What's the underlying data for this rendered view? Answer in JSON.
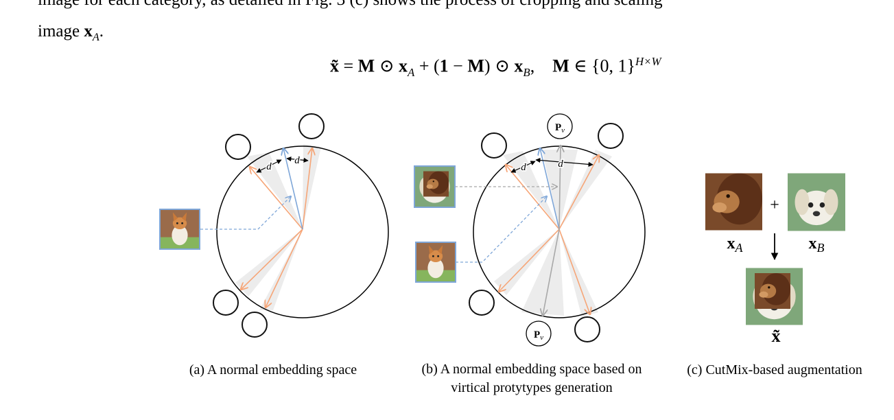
{
  "text": {
    "top_line": "image for each category, as detailed in Fig. 3 (c) shows the process of cropping and scaling",
    "line2_prefix": "image ",
    "line2_var": "x",
    "line2_sub": "A",
    "line2_suffix": "."
  },
  "equation": {
    "x_tilde": "x̃",
    "eq": " = ",
    "M": "M",
    "odot": " ⊙ ",
    "x": "x",
    "A": "A",
    "plus": " + (",
    "one": "1",
    "minus": " − ",
    "close": ")",
    "B": "B",
    "comma": ",",
    "member": " ∈ {0, 1}",
    "HW": "H×W"
  },
  "figure_labels": {
    "d": "d",
    "Pv": "P",
    "v": "v",
    "plus": "+",
    "xA": "x",
    "A": "A",
    "xB": "x",
    "B": "B",
    "x_tilde": "x̃"
  },
  "captions": {
    "a": "(a) A normal embedding space",
    "b_line1": "(b) A normal embedding space based on",
    "b_line2": "virtical protytypes generation",
    "c": "(c) CutMix-based augmentation"
  },
  "icons": {
    "puppy": "white-puppy-icon",
    "lion": "lion-icon",
    "corgi": "corgi-icon",
    "panda": "panda-icon",
    "bird": "bird-icon",
    "mixed": "lion-puppy-cutmix-icon"
  },
  "colors": {
    "orange_vector": "#f6a577",
    "blue_vector": "#7ea6d8",
    "gray_vector": "#a8a8a8",
    "cone": "#ececec"
  }
}
